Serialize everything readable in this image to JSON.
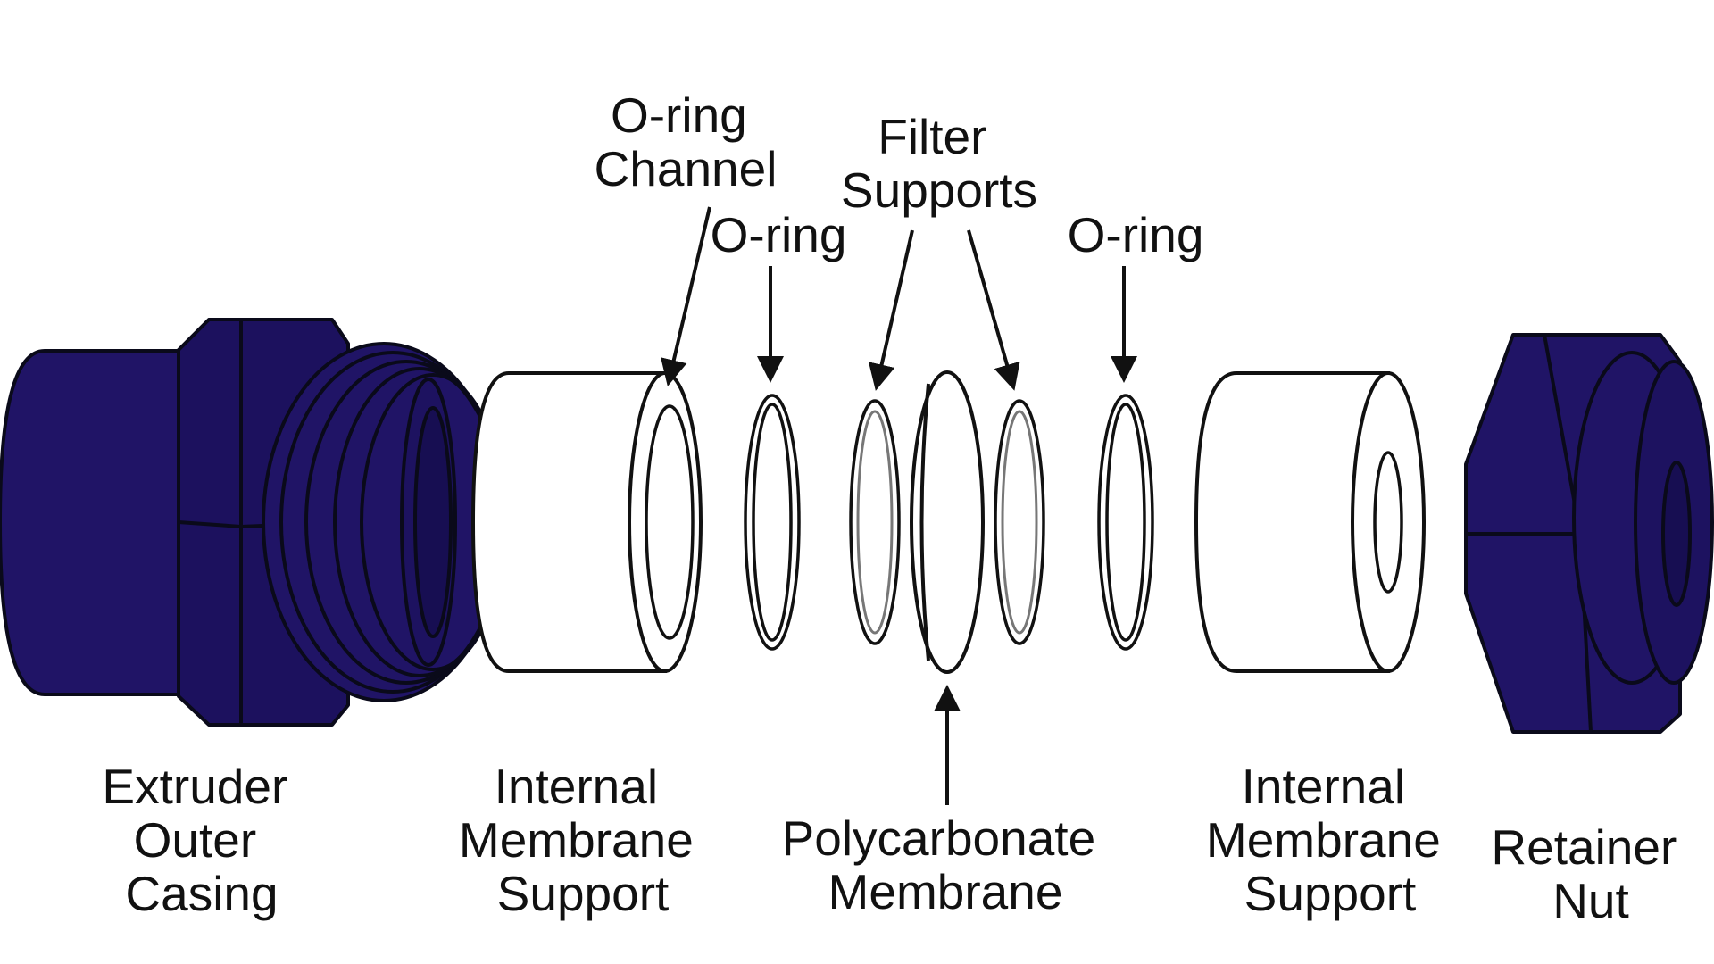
{
  "colors": {
    "part_fill": "#201466",
    "part_fill_dark": "#170e52",
    "outline": "#111111",
    "background": "#ffffff"
  },
  "labels": {
    "extruder_outer_casing": [
      "Extruder",
      "Outer",
      "Casing"
    ],
    "internal_membrane_support_left": [
      "Internal",
      "Membrane",
      "Support"
    ],
    "polycarbonate_membrane": [
      "Polycarbonate",
      "Membrane"
    ],
    "internal_membrane_support_right": [
      "Internal",
      "Membrane",
      "Support"
    ],
    "retainer_nut": [
      "Retainer",
      "Nut"
    ],
    "o_ring_channel": [
      "O-ring",
      "Channel"
    ],
    "o_ring_left": "O-ring",
    "filter_supports": [
      "Filter",
      "Supports"
    ],
    "o_ring_right": "O-ring"
  }
}
